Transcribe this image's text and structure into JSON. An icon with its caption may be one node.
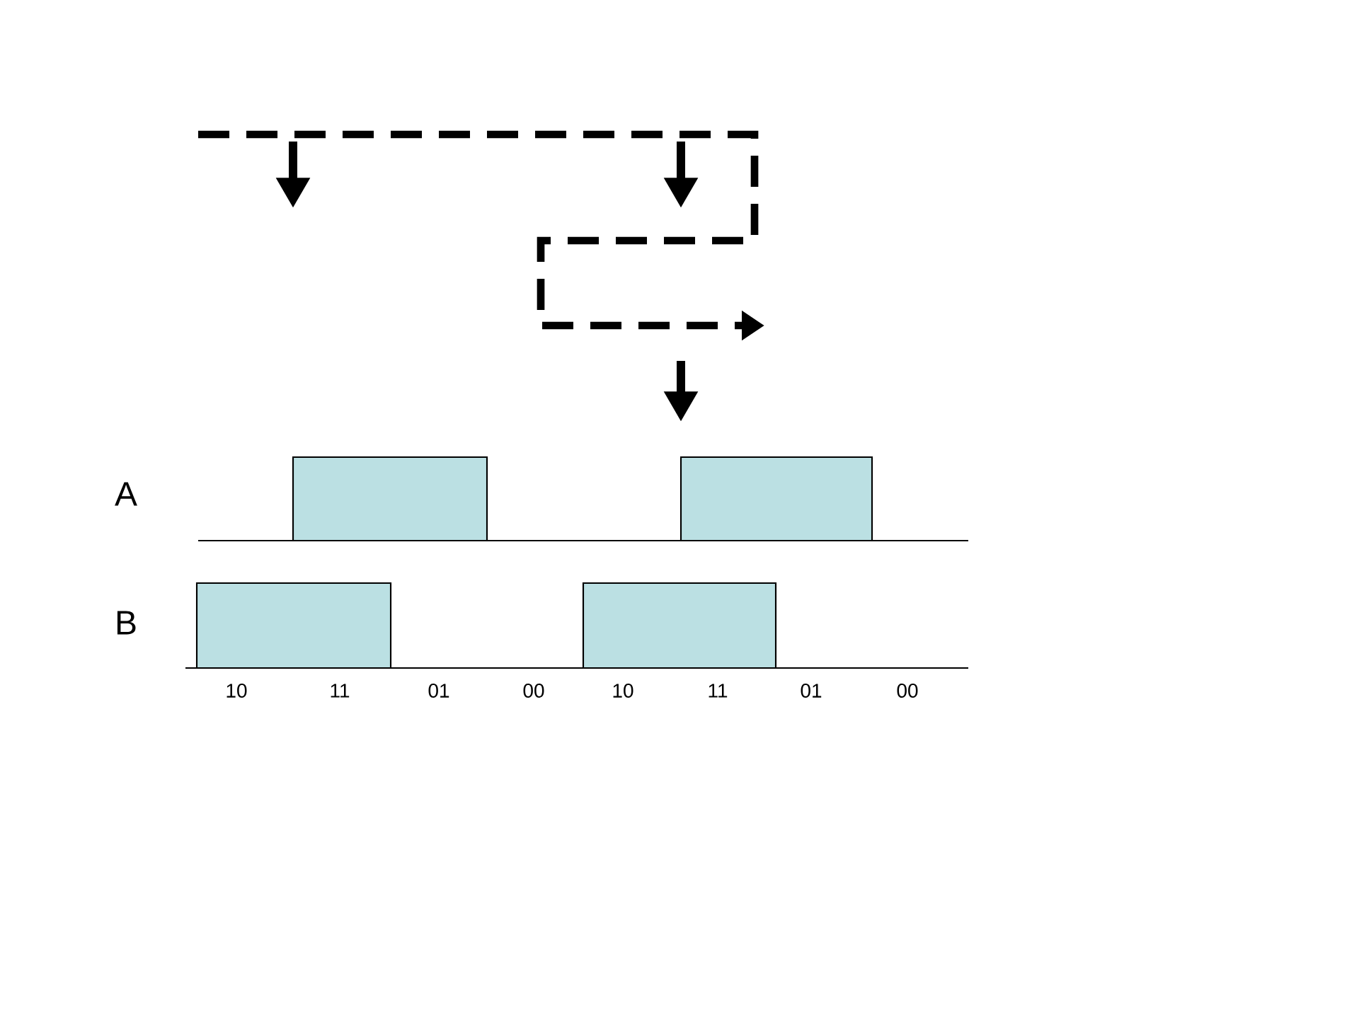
{
  "diagram": {
    "nodes": [
      {
        "text": [],
        "shape": "box"
      },
      {
        "text": [],
        "shape": "box"
      },
      {
        "text": [],
        "shape": "box"
      },
      {
        "text": [],
        "shape": "box"
      }
    ],
    "labels": [
      "A",
      "B",
      "10",
      "11",
      "01",
      "00",
      "10",
      "11",
      "01",
      "00"
    ]
  }
}
